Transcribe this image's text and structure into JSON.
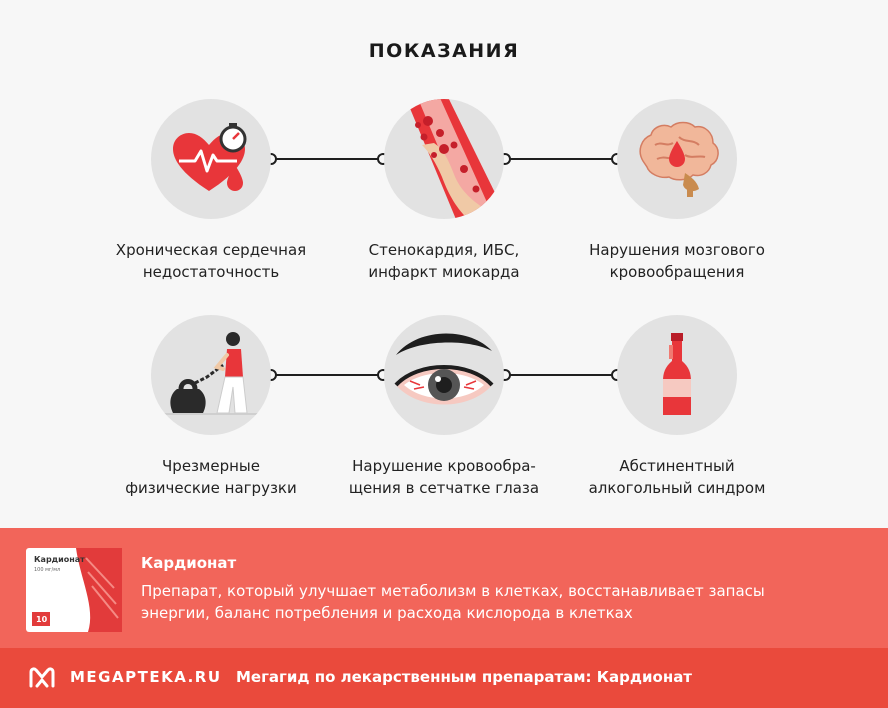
{
  "title": "ПОКАЗАНИЯ",
  "row1": [
    {
      "line1": "Хроническая сердечная",
      "line2": "недостаточность",
      "icon": "heart-pressure-icon"
    },
    {
      "line1": "Стенокардия, ИБС,",
      "line2": "инфаркт миокарда",
      "icon": "blood-vessel-icon"
    },
    {
      "line1": "Нарушения мозгового",
      "line2": "кровообращения",
      "icon": "brain-icon"
    }
  ],
  "row2": [
    {
      "line1": "Чрезмерные",
      "line2": "физические нагрузки",
      "icon": "kettlebell-woman-icon"
    },
    {
      "line1": "Нарушение кровообра-",
      "line2": "щения в сетчатке глаза",
      "icon": "red-eye-icon"
    },
    {
      "line1": "Абстинентный",
      "line2": "алкогольный синдром",
      "icon": "bottle-icon"
    }
  ],
  "product": {
    "name": "Кардионат",
    "desc_line1": "Препарат, который улучшает метаболизм в клетках, восстанавливает запасы",
    "desc_line2": "энергии, баланс потребления и расхода кислорода в клетках",
    "pack_brand": "Кардионат",
    "pack_dose": "100 мг/мл",
    "pack_count": "10"
  },
  "footer": {
    "logo": "MEGAPTEKA.RU",
    "text": "Мегагид по лекарственным препаратам: Кардионат"
  },
  "colors": {
    "accent": "#f2655a",
    "footer": "#ea4a3c",
    "circle": "#e2e2e2",
    "red": "#e8363a"
  }
}
